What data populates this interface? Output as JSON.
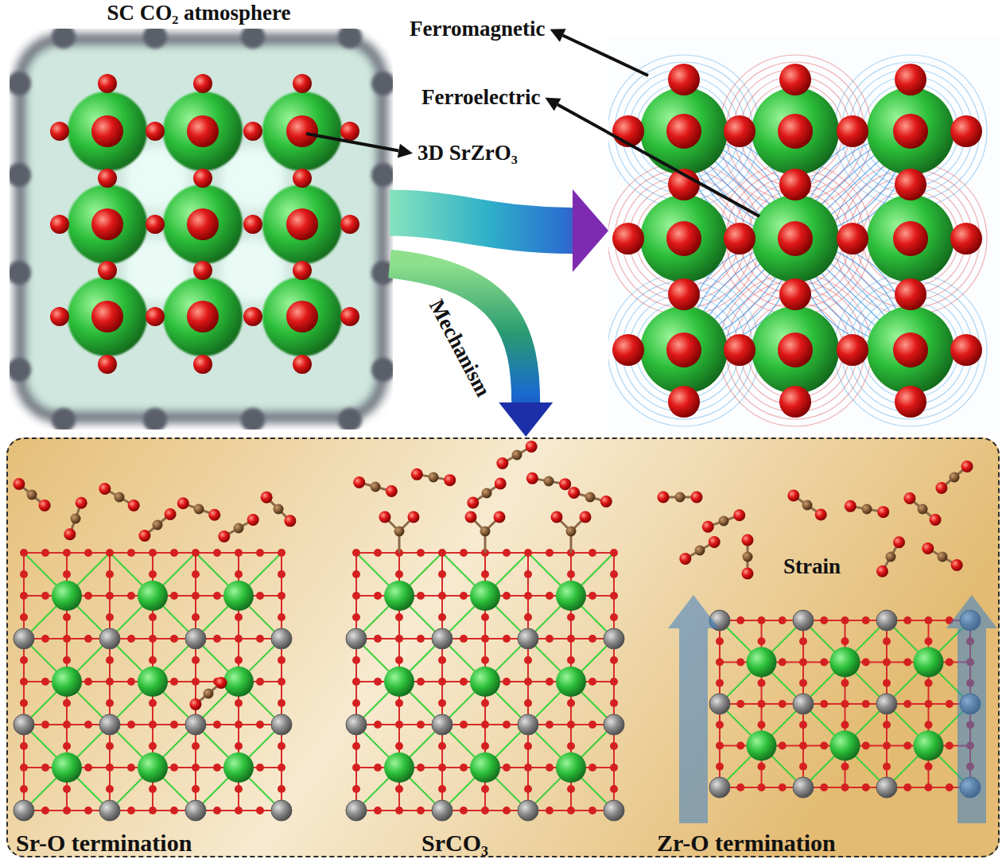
{
  "diagram": {
    "nodes": [
      {
        "text": [
          "SC CO₂ atmosphere"
        ]
      },
      {
        "text": [
          "Ferromagnetic",
          "Ferroelectric"
        ]
      },
      {
        "text": [
          "Sr-O termination",
          "SrCO₃",
          "Zr-O termination",
          "Strain"
        ]
      }
    ],
    "edges": [
      {
        "from": 0,
        "to": 1,
        "arrow": "to"
      },
      {
        "from": 0,
        "to": 2,
        "arrow": "to",
        "label": "Mechanism"
      }
    ],
    "labels": [
      "3D SrZrO₃"
    ]
  }
}
